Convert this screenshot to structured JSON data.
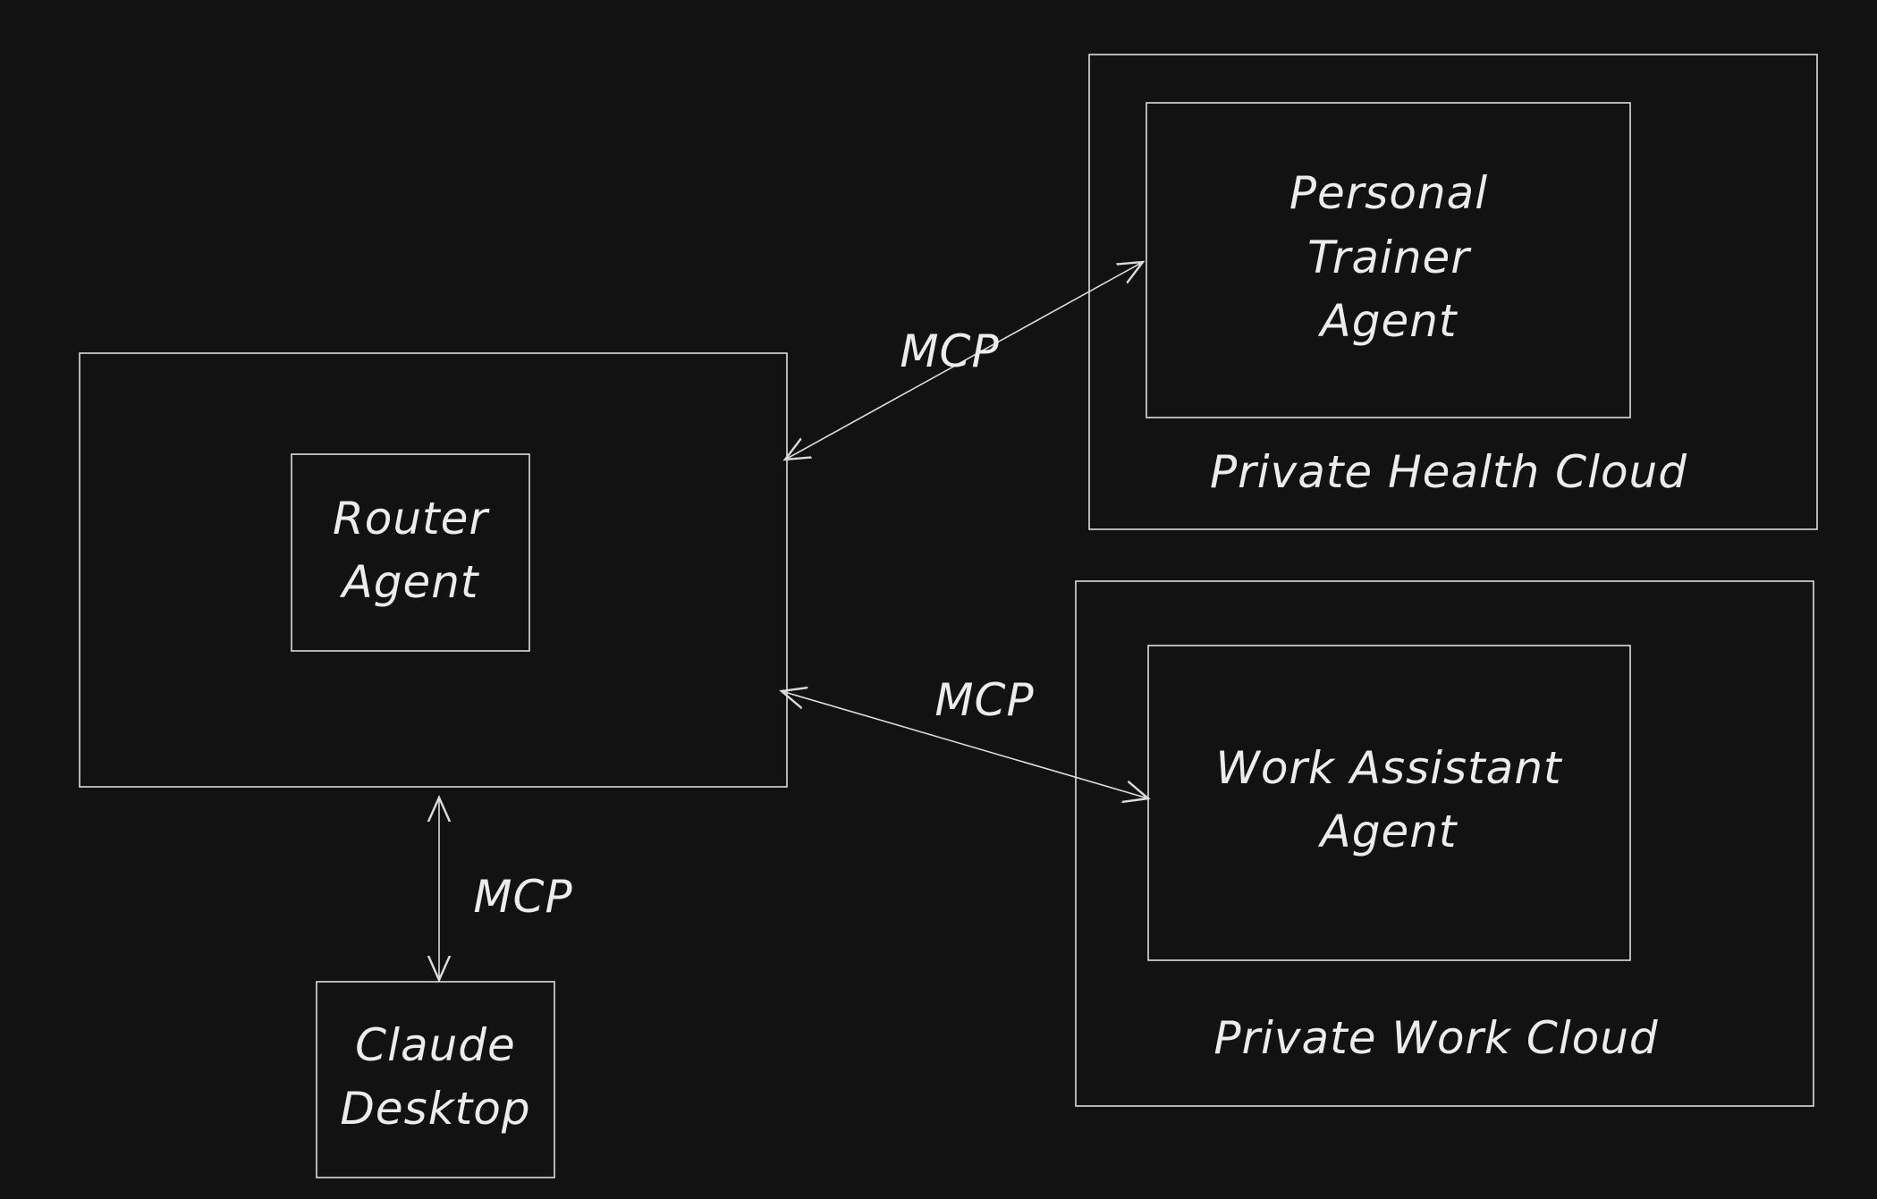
{
  "diagram": {
    "background_color": "#121212",
    "stroke_color": "#dcdcdc",
    "text_color": "#ececec",
    "nodes": {
      "router_container": {},
      "router_agent": {
        "lines": [
          "Router",
          "Agent"
        ]
      },
      "claude_desktop": {
        "lines": [
          "Claude",
          "Desktop"
        ]
      },
      "health_cloud": {
        "label": "Private Health Cloud"
      },
      "personal_trainer": {
        "lines": [
          "Personal",
          "Trainer",
          "Agent"
        ]
      },
      "work_cloud": {
        "label": "Private Work Cloud"
      },
      "work_assistant": {
        "lines": [
          "Work Assistant",
          "Agent"
        ]
      }
    },
    "edges": [
      {
        "from": "router_container",
        "to": "personal_trainer",
        "label": "MCP",
        "direction": "bidirectional"
      },
      {
        "from": "router_container",
        "to": "work_assistant",
        "label": "MCP",
        "direction": "bidirectional"
      },
      {
        "from": "router_container",
        "to": "claude_desktop",
        "label": "MCP",
        "direction": "bidirectional"
      }
    ]
  }
}
